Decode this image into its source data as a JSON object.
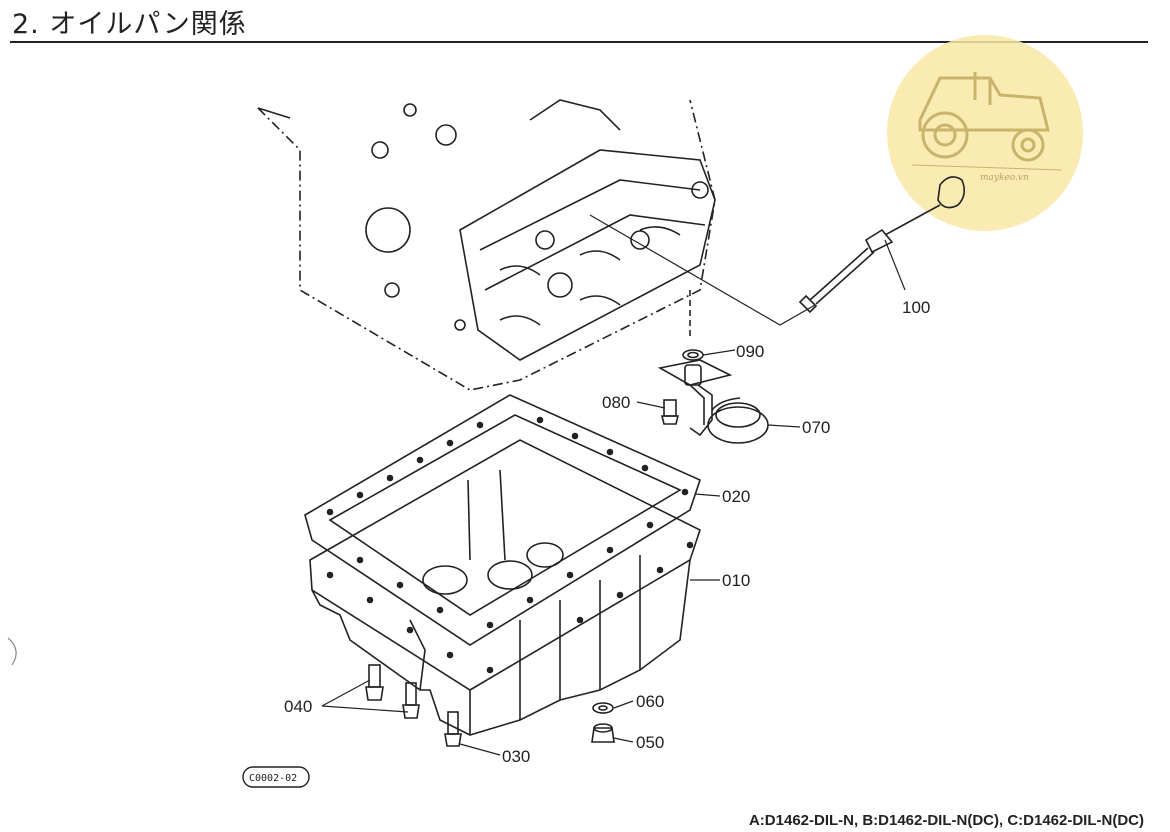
{
  "header": {
    "title": "2. オイルパン関係"
  },
  "parts": [
    {
      "id": "100",
      "name": "label-100"
    },
    {
      "id": "090",
      "name": "label-090"
    },
    {
      "id": "080",
      "name": "label-080"
    },
    {
      "id": "070",
      "name": "label-070"
    },
    {
      "id": "020",
      "name": "label-020"
    },
    {
      "id": "010",
      "name": "label-010"
    },
    {
      "id": "060",
      "name": "label-060"
    },
    {
      "id": "050",
      "name": "label-050"
    },
    {
      "id": "040",
      "name": "label-040"
    },
    {
      "id": "030",
      "name": "label-030"
    }
  ],
  "diagram_code": "C0002-02",
  "watermark": {
    "text": "maykeo.vn",
    "color": "#f7e39a"
  },
  "footer": {
    "models": "A:D1462-DIL-N, B:D1462-DIL-N(DC), C:D1462-DIL-N(DC)"
  }
}
